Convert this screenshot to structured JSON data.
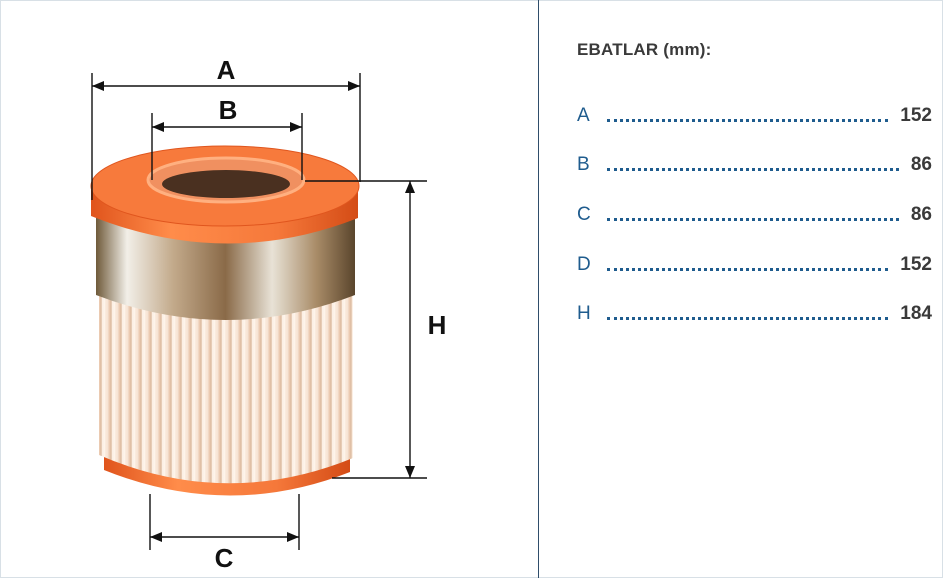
{
  "diagram": {
    "labels": {
      "a": "A",
      "b": "B",
      "c": "C",
      "h": "H"
    }
  },
  "specs": {
    "title": "EBATLAR (mm):",
    "rows": [
      {
        "key": "A",
        "value": "152"
      },
      {
        "key": "B",
        "value": "86"
      },
      {
        "key": "C",
        "value": "86"
      },
      {
        "key": "D",
        "value": "152"
      },
      {
        "key": "H",
        "value": "184"
      }
    ]
  },
  "colors": {
    "accent_blue": "#1f5c8e",
    "divider": "#2f4d6a",
    "end_cap_orange": "#f5783a",
    "text_dark": "#3a3a3a"
  }
}
